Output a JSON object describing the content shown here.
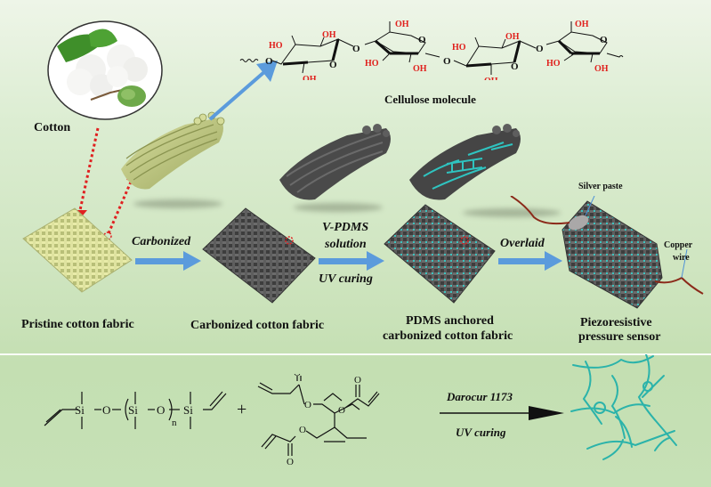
{
  "figure": {
    "colors": {
      "background_top": "#eef5e8",
      "background_bottom": "#c4dfb2",
      "process_arrow": "#4d90d8",
      "red_dotted": "#e02020",
      "cyan_network": "#2bb3aa",
      "cotton_fiber": "#c8d08a",
      "carbon_fiber": "#555555",
      "hydroxyl_label": "#e0201c",
      "copper_wire": "#8b2a1a"
    },
    "cotton": {
      "label": "Cotton",
      "icon": "cotton-boll-photo"
    },
    "cellulose": {
      "label": "Cellulose molecule",
      "hydroxyl": "OH",
      "hydroxyl_rev": "HO",
      "oxygen": "O"
    },
    "fibers": [
      {
        "name": "cotton-fiber-bundle",
        "icon": "pristine-fiber-bundle"
      },
      {
        "name": "carbonized-fiber-bundle",
        "icon": "carbonized-fiber-bundle"
      },
      {
        "name": "pdms-fiber-bundle",
        "icon": "pdms-coated-fiber-bundle"
      }
    ],
    "stages": [
      {
        "label": "Pristine cotton fabric"
      },
      {
        "label": "Carbonized cotton fabric"
      },
      {
        "label_line1": "PDMS anchored",
        "label_line2": "carbonized cotton fabric"
      },
      {
        "label_line1": "Piezoresistive",
        "label_line2": "pressure sensor"
      }
    ],
    "steps": [
      {
        "above": "Carbonized"
      },
      {
        "above_line1": "V-PDMS",
        "above_line2": "solution",
        "below": "UV curing"
      },
      {
        "above": "Overlaid"
      }
    ],
    "sensor_annotations": {
      "silver_paste": "Silver paste",
      "copper_line1": "Copper",
      "copper_line2": "wire"
    },
    "reaction": {
      "si": "Si",
      "o": "O",
      "n": "n",
      "plus": "+",
      "catalyst": "Darocur 1173",
      "condition": "UV curing",
      "product_icon": "crosslinked-network"
    }
  }
}
